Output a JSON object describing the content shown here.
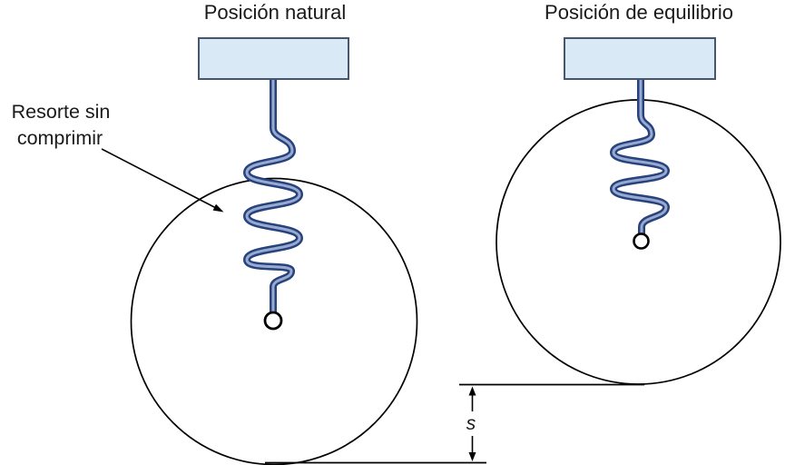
{
  "panels": {
    "left": {
      "title": "Posición natural"
    },
    "right": {
      "title": "Posición de equilibrio"
    }
  },
  "annotations": {
    "spring_label": {
      "line1": "Resorte sin",
      "line2": "comprimir"
    },
    "distance_label": "s"
  },
  "colors": {
    "background": "#ffffff",
    "support_fill": "#d9e9f5",
    "support_stroke": "#45566e",
    "spring_dark": "#26437b",
    "spring_light": "#99a9d1",
    "outline": "#000000",
    "text": "#1a1a1a"
  }
}
